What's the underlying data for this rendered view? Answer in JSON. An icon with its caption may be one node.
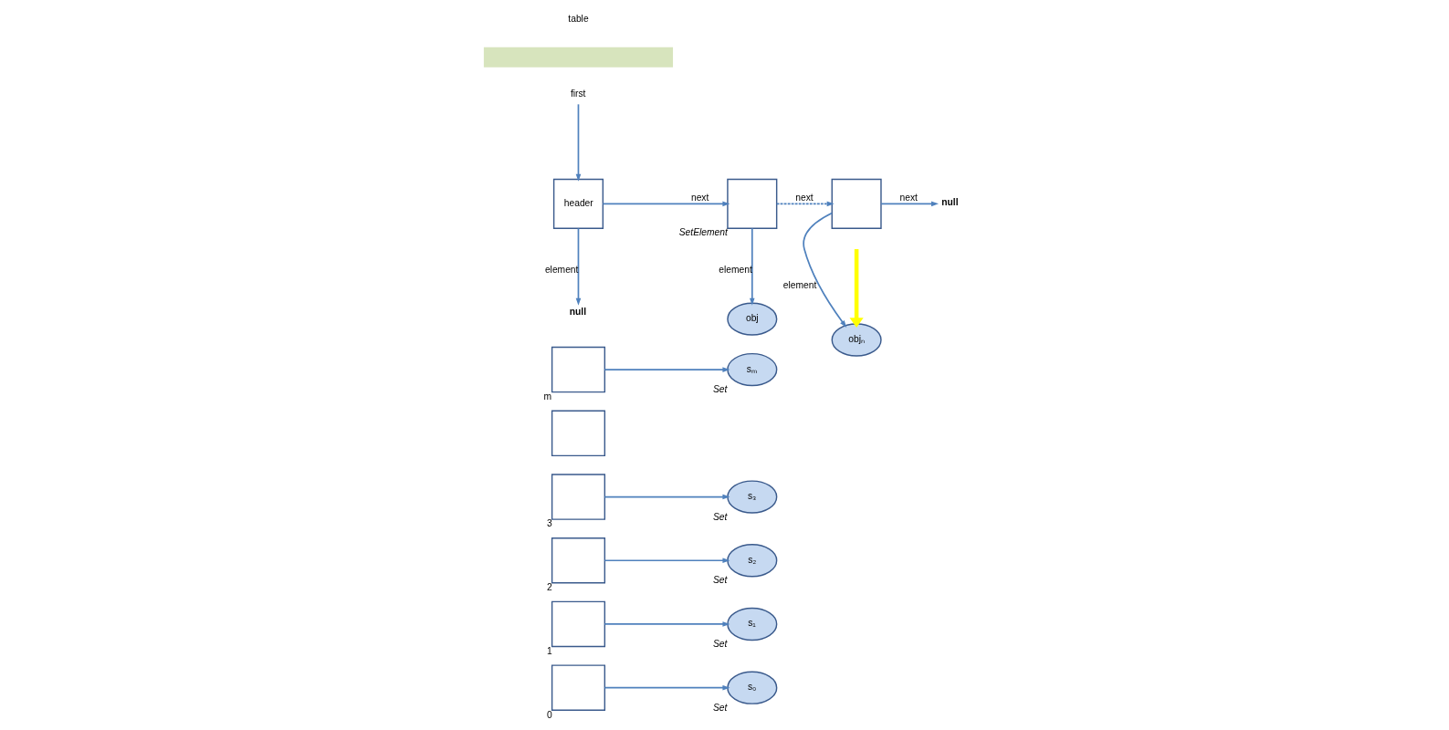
{
  "diagram": {
    "nodes": [
      {
        "text": [],
        "shape": "box",
        "beside": [
          "0"
        ]
      },
      {
        "text": [],
        "shape": "box",
        "beside": [
          "1"
        ]
      },
      {
        "text": [],
        "shape": "box",
        "beside": [
          "2"
        ]
      },
      {
        "text": [],
        "shape": "box",
        "beside": [
          "3"
        ]
      },
      {
        "text": [],
        "shape": "box"
      },
      {
        "text": [],
        "shape": "box",
        "beside": [
          "m"
        ]
      },
      {
        "text": [
          "s₀"
        ],
        "beside": [
          "Set"
        ]
      },
      {
        "text": [
          "s₁"
        ],
        "beside": [
          "Set"
        ]
      },
      {
        "text": [
          "s₂"
        ],
        "beside": [
          "Set"
        ]
      },
      {
        "text": [
          "s₃"
        ],
        "beside": [
          "Set"
        ]
      },
      {
        "text": [
          "sₘ"
        ],
        "beside": [
          "Set"
        ]
      },
      {
        "text": [
          "null"
        ]
      },
      {
        "text": [
          "header"
        ]
      },
      {
        "text": [
          "first"
        ]
      },
      {
        "text": [
          "obj"
        ]
      },
      {
        "text": [],
        "shape": "box",
        "beside": [
          "SetElement"
        ]
      },
      {
        "text": [
          "objₙ"
        ]
      },
      {
        "text": [],
        "shape": "box"
      },
      {
        "text": [
          "null"
        ]
      },
      {
        "text": [],
        "shape": "box"
      }
    ],
    "edges": [
      {
        "from": 0,
        "to": 6,
        "arrow": "to"
      },
      {
        "from": 1,
        "to": 7,
        "arrow": "to"
      },
      {
        "from": 2,
        "to": 8,
        "arrow": "to"
      },
      {
        "from": 3,
        "to": 9,
        "arrow": "to"
      },
      {
        "from": 5,
        "to": 10,
        "arrow": "to"
      },
      {
        "from": 12,
        "to": 11,
        "arrow": "to",
        "label": "element"
      },
      {
        "from": 13,
        "to": 12,
        "arrow": "to"
      },
      {
        "from": 12,
        "to": 15,
        "arrow": "to",
        "label": "next"
      },
      {
        "from": 15,
        "to": 14,
        "arrow": "to",
        "label": "element"
      },
      {
        "from": 15,
        "to": 17,
        "arrow": "to",
        "label": "next",
        "style": "dashed"
      },
      {
        "from": 17,
        "to": 16,
        "arrow": "to",
        "label": "element"
      },
      {
        "from": 17,
        "to": 18,
        "arrow": "to",
        "label": "next"
      },
      {
        "from": null,
        "to": 16,
        "arrow": "to",
        "style": "thick",
        "color": "#ffff00"
      }
    ],
    "labels": [
      "table"
    ]
  }
}
